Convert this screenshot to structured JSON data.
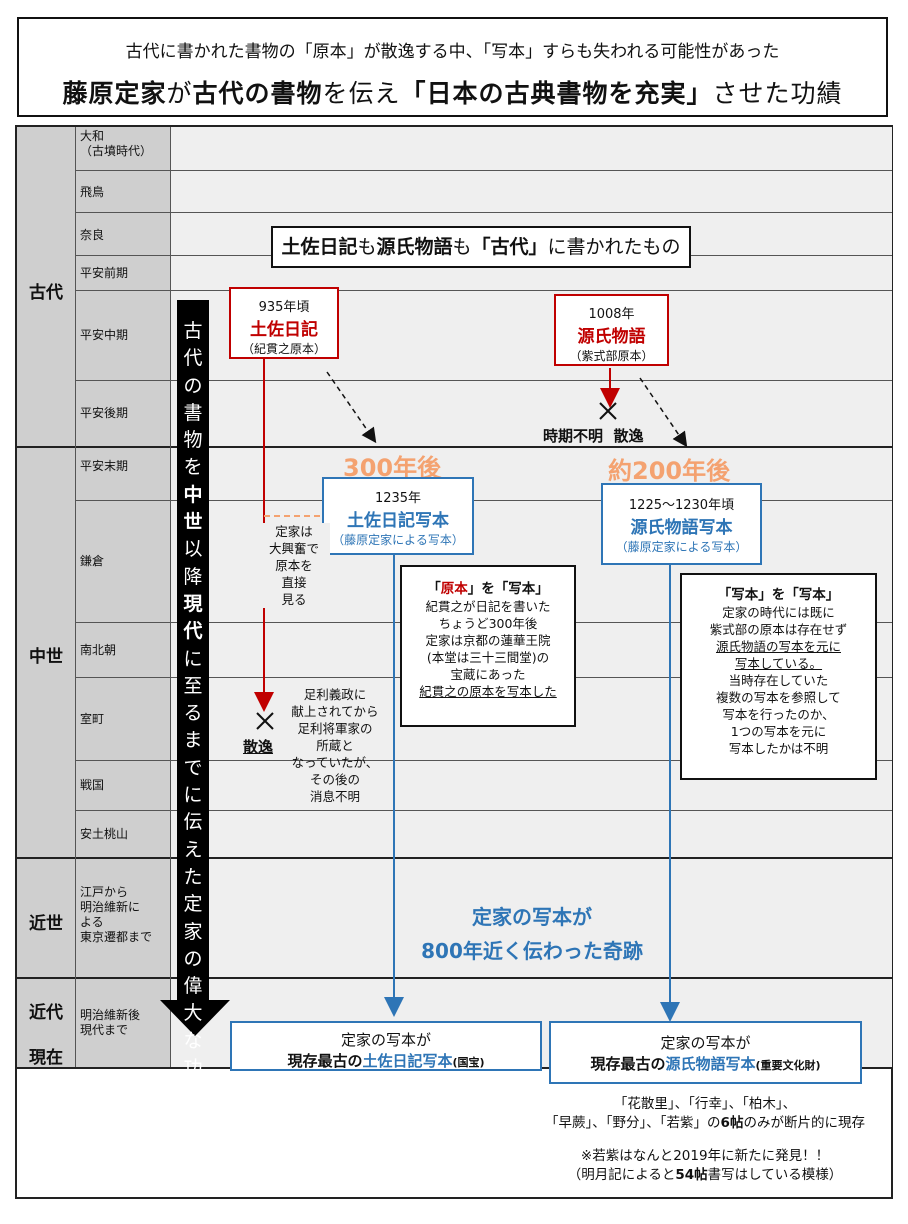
{
  "title": {
    "sub": "古代に書かれた書物の「原本」が散逸する中、「写本」すらも失われる可能性があった",
    "main_part1": "藤原定家",
    "main_part2": "が",
    "main_part3": "古代の書物",
    "main_part4": "を伝え",
    "main_part5": "「日本の古典書物を充実」",
    "main_part6": "させた功績"
  },
  "eras": {
    "kodai": "古代",
    "chusei": "中世",
    "kinsei": "近世",
    "kindai": "近代",
    "gendai": "現在"
  },
  "periods": {
    "yamato_1": "大和",
    "yamato_2": "（古墳時代）",
    "asuka": "飛鳥",
    "nara": "奈良",
    "heian_early": "平安前期",
    "heian_mid": "平安中期",
    "heian_late": "平安後期",
    "heian_end": "平安末期",
    "kamakura": "鎌倉",
    "nanbokucho": "南北朝",
    "muromachi": "室町",
    "sengoku": "戦国",
    "azuchi": "安土桃山",
    "edo_1": "江戸から",
    "edo_2": "明治維新に",
    "edo_3": "よる",
    "edo_4": "東京遷都まで",
    "meiji_1": "明治維新後",
    "meiji_2": "現代まで"
  },
  "arrow_text": {
    "t1": "古代の書物を",
    "t2": "中世",
    "t3": "以降",
    "t4": "現代",
    "t5": "に至るまでに伝えた定家の偉大な功績"
  },
  "kodai_note": {
    "p1": "土佐日記",
    "p2": "も",
    "p3": "源氏物語",
    "p4": "も",
    "p5": "「古代」",
    "p6": "に書かれたもの"
  },
  "tosa_original": {
    "year": "935年頃",
    "name": "土佐日記",
    "sub": "（紀貫之原本）"
  },
  "genji_original": {
    "year": "1008年",
    "name": "源氏物語",
    "sub": "（紫式部原本）"
  },
  "genji_lost": {
    "label1": "時期不明",
    "label2": "散逸"
  },
  "gap_tosa": "300年後",
  "gap_genji": "約200年後",
  "tosa_copy": {
    "year": "1235年",
    "name": "土佐日記写本",
    "sub": "（藤原定家による写本）"
  },
  "genji_copy": {
    "year": "1225～1230年頃",
    "name": "源氏物語写本",
    "sub": "（藤原定家による写本）"
  },
  "teika_saw": [
    "定家は",
    "大興奮で",
    "原本を",
    "直接",
    "見る"
  ],
  "tosa_lost_label": "散逸",
  "tosa_lost_note": [
    "足利義政に",
    "献上されてから",
    "足利将軍家の",
    "所蔵と",
    "なっていたが、",
    "その後の",
    "消息不明"
  ],
  "tosa_copy_note": {
    "h1": "「",
    "h2": "原本",
    "h3": "」を「写本」",
    "l1": "紀貫之が日記を書いた",
    "l2": "ちょうど300年後",
    "l3": "定家は京都の蓮華王院",
    "l4": "(本堂は三十三間堂)の",
    "l5": "宝蔵にあった",
    "l6": "紀貫之の原本を写本した"
  },
  "genji_copy_note": {
    "heading": "「写本」を「写本」",
    "l1": "定家の時代には既に",
    "l2": "紫式部の原本は存在せず",
    "l3": "源氏物語の写本を元に",
    "l4": "写本している。",
    "l5": "当時存在していた",
    "l6": "複数の写本を参照して",
    "l7": "写本を行ったのか、",
    "l8": "1つの写本を元に",
    "l9": "写本したかは不明"
  },
  "miracle": {
    "l1": "定家の写本が",
    "l2": "800年近く伝わった奇跡"
  },
  "tosa_modern": {
    "l1": "定家の写本が",
    "l2a": "現存最古の",
    "l2b": "土佐日記写本",
    "l2c": "(国宝)"
  },
  "genji_modern": {
    "l1": "定家の写本が",
    "l2a": "現存最古の",
    "l2b": "源氏物語写本",
    "l2c": "(重要文化財)"
  },
  "genji_extant": {
    "l1": "「花散里」、「行幸」、「柏木」、",
    "l2a": "「早蕨」、「野分」、「若紫」の",
    "l2b": "6帖",
    "l2c": "のみが断片的に現存",
    "l3": "※若紫はなんと2019年に新たに発見！！",
    "l4a": "（明月記によると",
    "l4b": "54帖",
    "l4c": "書写はしている模様）"
  },
  "colors": {
    "red": "#c00000",
    "blue": "#2e75b6",
    "orange": "#f4a270",
    "gray": "#cfcfcf",
    "light": "#efefef"
  }
}
